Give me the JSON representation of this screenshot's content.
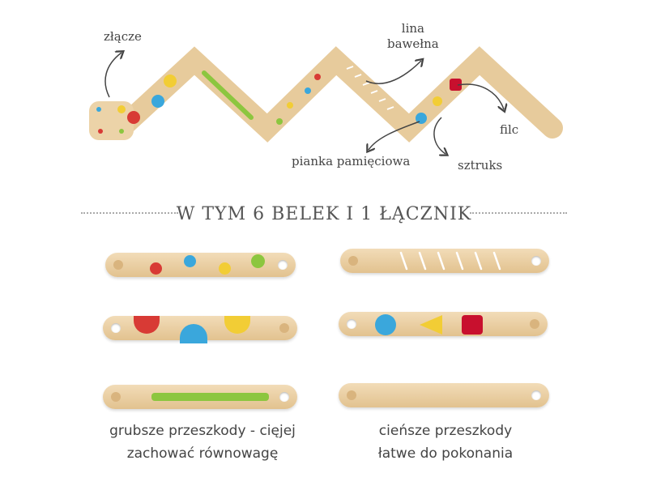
{
  "labels": {
    "connector": "złącze",
    "rope": "lina\nbawełna",
    "rope_1": "lina",
    "rope_2": "bawełna",
    "felt": "filc",
    "foam": "pianka pamięciowa",
    "corduroy": "sztruks"
  },
  "section_title": "W TYM 6 BELEK I 1 ŁĄCZNIK",
  "captions": {
    "left_1": "grubsze przeszkody - cięjej",
    "left_2": "zachować równowagę",
    "right_1": "cieńsze przeszkody",
    "right_2": "łatwe do pokonania"
  },
  "colors": {
    "wood": "#e9cfa5",
    "red": "#d83a35",
    "blue": "#3aa7dc",
    "yellow": "#f2cd35",
    "green": "#8cc63f",
    "felt": "#c8102e"
  }
}
